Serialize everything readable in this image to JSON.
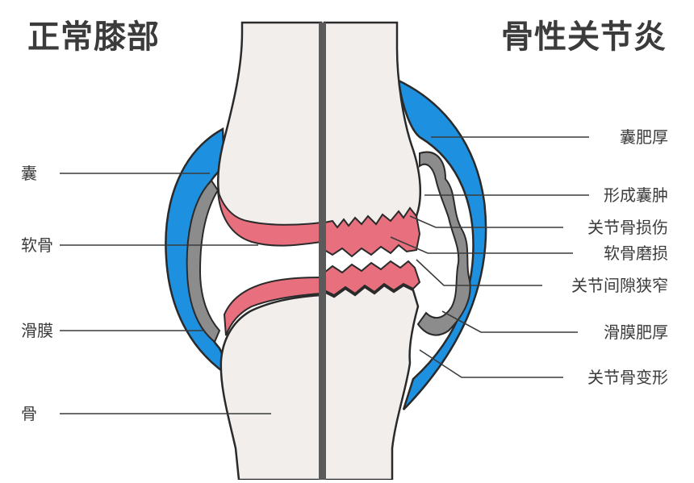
{
  "titles": {
    "normal": "正常膝部",
    "osteoarthritis": "骨性关节炎"
  },
  "labels_left": [
    {
      "key": "capsule",
      "text": "囊"
    },
    {
      "key": "cartilage",
      "text": "软骨"
    },
    {
      "key": "synovium",
      "text": "滑膜"
    },
    {
      "key": "bone",
      "text": "骨"
    }
  ],
  "labels_right": [
    {
      "key": "capsule-thickening",
      "text": "囊肥厚"
    },
    {
      "key": "cyst-formation",
      "text": "形成囊肿"
    },
    {
      "key": "bone-damage",
      "text": "关节骨损伤"
    },
    {
      "key": "cartilage-wear",
      "text": "软骨磨损"
    },
    {
      "key": "joint-space-narrowing",
      "text": "关节间隙狭窄"
    },
    {
      "key": "synovium-thickening",
      "text": "滑膜肥厚"
    },
    {
      "key": "bone-deformity",
      "text": "关节骨变形"
    }
  ],
  "colors": {
    "capsule": "#1e90e0",
    "cartilage": "#e8707e",
    "synovium": "#8c8c8c",
    "bone": "#f2eeec",
    "outline": "#2a2a2a",
    "text": "#3b3b3b"
  }
}
